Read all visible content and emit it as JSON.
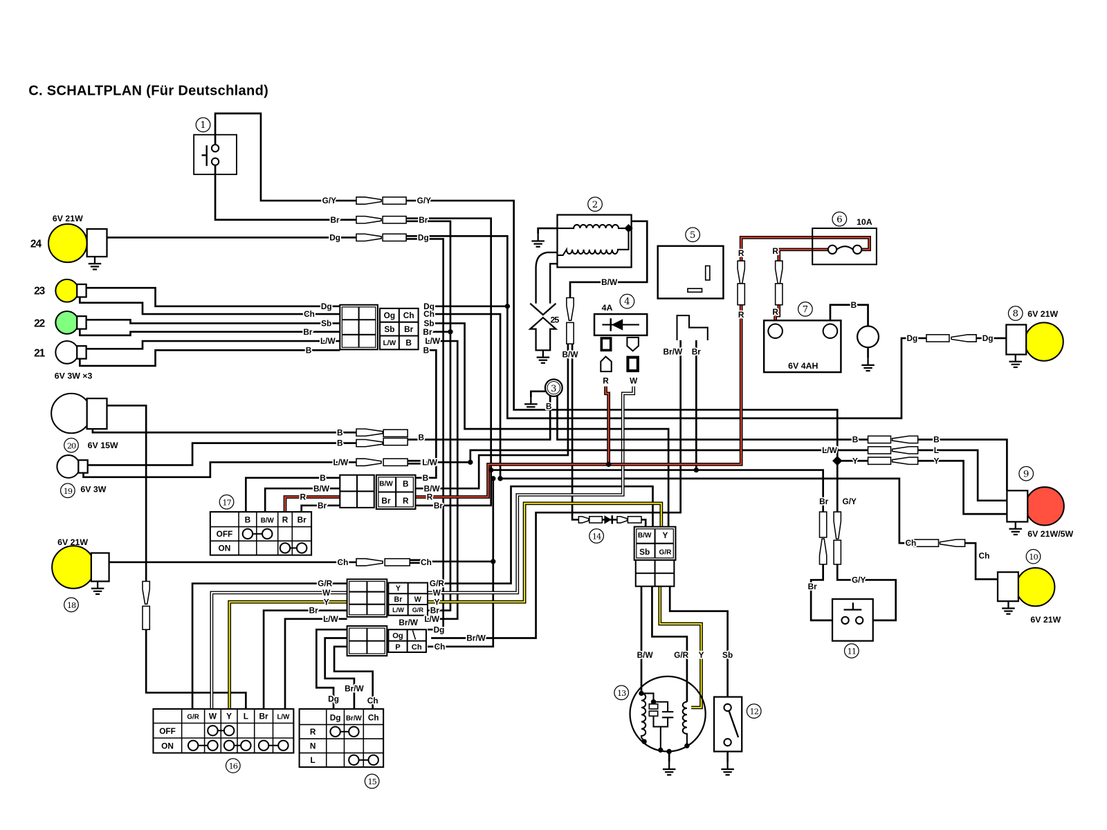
{
  "title": "C.  SCHALTPLAN  (Für Deutschland)",
  "component_numbers": {
    "c1": "1",
    "c2": "2",
    "c3": "3",
    "c4": "4",
    "c5": "5",
    "c6": "6",
    "c7": "7",
    "c8": "8",
    "c9": "9",
    "c10": "10",
    "c11": "11",
    "c12": "12",
    "c13": "13",
    "c14": "14",
    "c15": "15",
    "c16": "16",
    "c17": "17",
    "c18": "18",
    "c19": "19",
    "c20": "20",
    "c21": "21",
    "c22": "22",
    "c23": "23",
    "c24": "24",
    "c25": "25"
  },
  "ratings": {
    "lamp24": "6V 21W",
    "lamps21_23": "6V 3W ×3",
    "lamp20": "6V 15W",
    "lamp19": "6V 3W",
    "lamp18": "6V 21W",
    "lamp8": "6V 21W",
    "lamp9": "6V 21W/5W",
    "lamp10": "6V 21W",
    "battery": "6V 4AH",
    "fuse": "10A",
    "rectifier": "4A"
  },
  "lamp_colors": {
    "lamp24": "#FFFF00",
    "lamp23": "#FFFF00",
    "lamp22": "#80FF80",
    "lamp21": "#FFFFFF",
    "lamp20": "#FFFFFF",
    "lamp19": "#FFFFFF",
    "lamp18": "#FFFF00",
    "lamp8": "#FFFF00",
    "lamp9": "#FF5040",
    "lamp10": "#FFFF00"
  },
  "wire_colors": {
    "red": "#E0452F",
    "yellow": "#F2E600",
    "white": "#FFFFFF",
    "black": "#000000"
  },
  "wire_labels": {
    "top_gy_l": "G/Y",
    "top_br_l": "Br",
    "top_dg_l": "Dg",
    "top_gy_r": "G/Y",
    "top_br_r": "Br",
    "top_dg_r": "Dg",
    "lc_dg_l": "Dg",
    "lc_ch_l": "Ch",
    "lc_sb_l": "Sb",
    "lc_br_l": "Br",
    "lc_lw_l": "L/W",
    "lc_b_l": "B",
    "lc_dg_r": "Dg",
    "lc_ch_r": "Ch",
    "lc_sb_r": "Sb",
    "lc_br_r": "Br",
    "lc_lw_r": "L/W",
    "lc_b_r": "B",
    "tail_b1": "B",
    "tail_b2": "B",
    "tail_b_r": "B",
    "pos_lw_l": "L/W",
    "pos_lw_r": "L/W",
    "sw17_b_l": "B",
    "sw17_bw_l": "B/W",
    "sw17_r_l": "R",
    "sw17_br_l": "Br",
    "sw17_b_r": "B",
    "sw17_bw_r": "B/W",
    "sw17_r_r": "R",
    "sw17_br_r": "Br",
    "head_ch_l": "Ch",
    "head_ch_r": "Ch",
    "sw16_gr_l": "G/R",
    "sw16_w_l": "W",
    "sw16_y_l": "Y",
    "sw16_br_l": "Br",
    "sw16_lw_l": "L/W",
    "sw16_gr_r": "G/R",
    "sw16_w_r": "W",
    "sw16_y_r": "Y",
    "sw16_br_r": "Br",
    "sw16_lw_r": "L/W",
    "sw15_brw_top": "Br/W",
    "sw15_dg_r": "Dg",
    "sw15_ch_r": "Ch",
    "sw15_brw_out": "Br/W",
    "sw15_dg_d": "Dg",
    "sw15_brw_d": "Br/W",
    "sw15_ch_d": "Ch",
    "ign_bw1": "B/W",
    "ign_bw2": "B/W",
    "c3_b": "B",
    "rect_r": "R",
    "rect_w": "W",
    "c5_brw": "Br/W",
    "c5_br": "Br",
    "fuse_r1": "R",
    "fuse_r2": "R",
    "fuse_r3": "R",
    "fuse_r4": "R",
    "batt_b": "B",
    "rl_dg_l": "Dg",
    "rl_dg_r": "Dg",
    "tl_b_l": "B",
    "tl_lw_l": "L/W",
    "tl_y_l": "Y",
    "tl_b_r": "B",
    "tl_l_r": "L",
    "tl_y_r": "Y",
    "rt_ch_l": "Ch",
    "rt_ch_r": "Ch",
    "bs_br1": "Br",
    "bs_gy1": "G/Y",
    "bs_br2": "Br",
    "bs_gy2": "G/Y",
    "mag_bw": "B/W",
    "mag_gr": "G/R",
    "mag_y": "Y",
    "mag_sb": "Sb"
  },
  "connectors": {
    "lamp_connector": [
      [
        "Og",
        "Ch"
      ],
      [
        "Sb",
        "Br"
      ],
      [
        "L/W",
        "B"
      ]
    ],
    "light_sw_connector": [
      [
        "B/W",
        "B"
      ],
      [
        "Br",
        "R"
      ]
    ],
    "main_sw_connector": [
      [
        "Y",
        ""
      ],
      [
        "Br",
        "W"
      ],
      [
        "L/W",
        "G/R"
      ]
    ],
    "dimmer_connector": [
      [
        "Og",
        ""
      ],
      [
        "P",
        "Ch"
      ]
    ],
    "magneto_connector": [
      [
        "B/W",
        "Y"
      ],
      [
        "Sb",
        "G/R"
      ]
    ]
  },
  "switch_tables": {
    "light_switch_17": {
      "columns": [
        "B",
        "B/W",
        "R",
        "Br"
      ],
      "rows": [
        {
          "label": "OFF",
          "links": [
            [
              1,
              2
            ]
          ]
        },
        {
          "label": "ON",
          "links": [
            [
              3,
              4
            ]
          ]
        }
      ]
    },
    "main_switch_16": {
      "columns": [
        "G/R",
        "W",
        "Y",
        "L",
        "Br",
        "L/W"
      ],
      "rows": [
        {
          "label": "OFF",
          "links": [
            [
              2,
              3
            ]
          ]
        },
        {
          "label": "ON",
          "links": [
            [
              1,
              2
            ],
            [
              3,
              4
            ],
            [
              5,
              6
            ]
          ]
        }
      ]
    },
    "turn_switch_15": {
      "columns": [
        "Dg",
        "Br/W",
        "Ch"
      ],
      "rows": [
        {
          "label": "R",
          "links": [
            [
              1,
              2
            ]
          ]
        },
        {
          "label": "N",
          "links": []
        },
        {
          "label": "L",
          "links": [
            [
              2,
              3
            ]
          ]
        }
      ]
    }
  }
}
